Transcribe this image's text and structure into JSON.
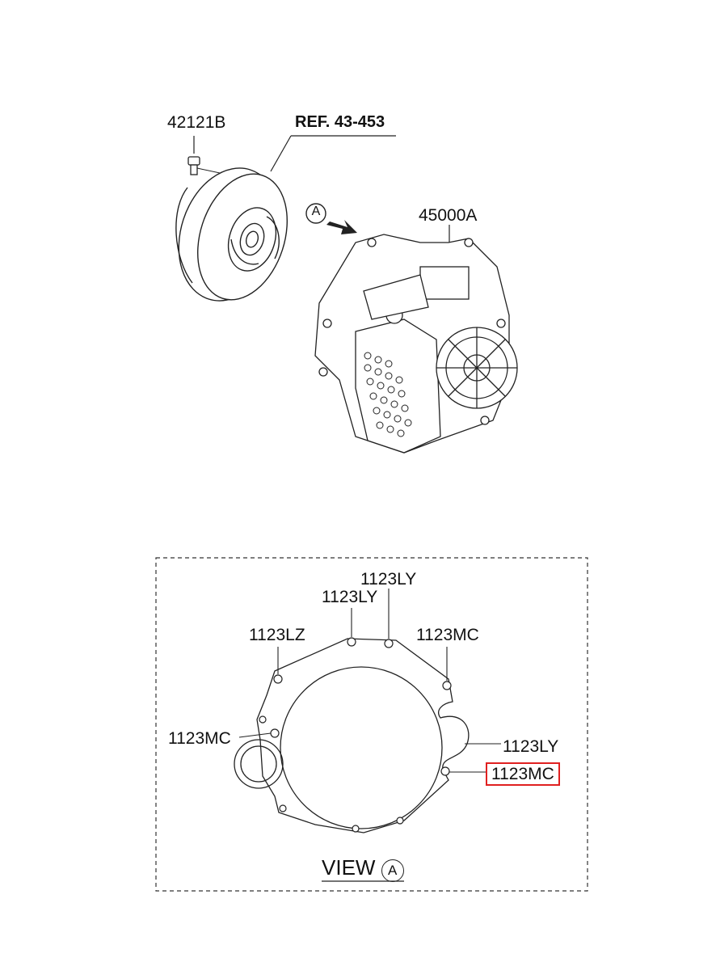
{
  "parts": {
    "bolt": "42121B",
    "ref": "REF. 43-453",
    "transaxle": "45000A",
    "view_marker": "A"
  },
  "view_a": {
    "labels": {
      "top_right": "1123LY",
      "top_left": "1123LY",
      "upper_left": "1123LZ",
      "upper_right": "1123MC",
      "left": "1123MC",
      "right": "1123LY",
      "right_highlight": "1123MC"
    },
    "caption": "VIEW",
    "caption_marker": "A"
  },
  "colors": {
    "highlight": "#e02020",
    "line": "#222222"
  }
}
